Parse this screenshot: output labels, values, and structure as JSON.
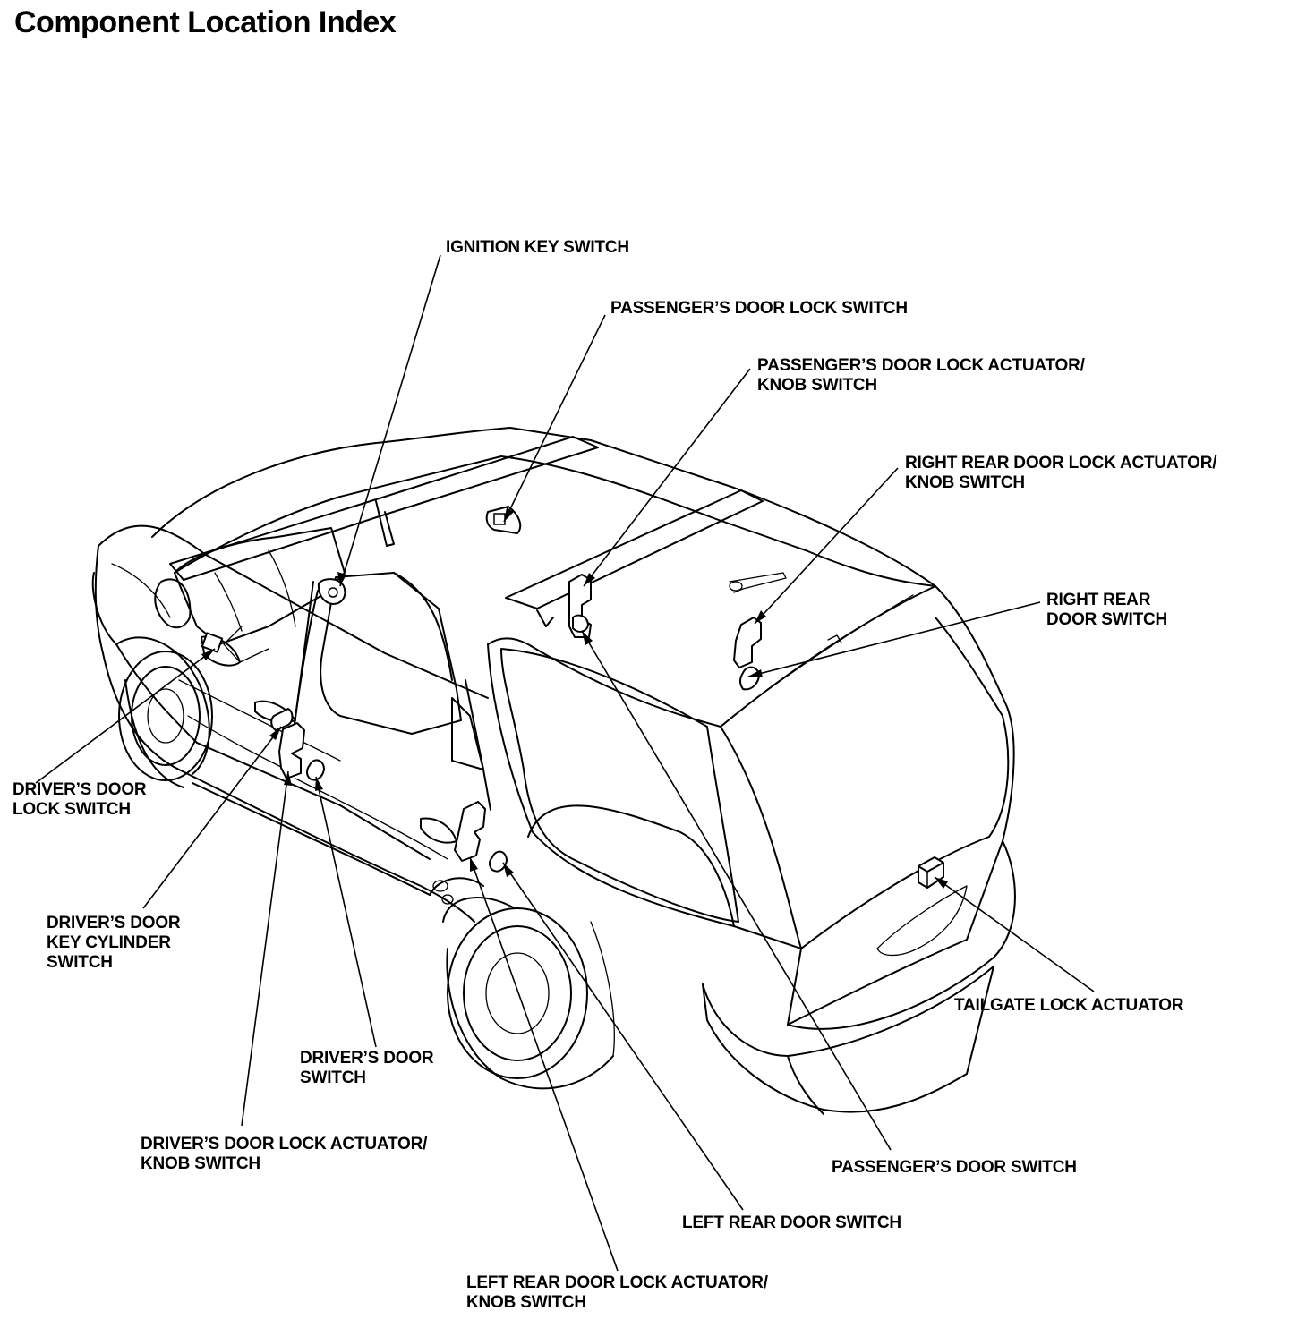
{
  "title": "Component Location Index",
  "labels": {
    "ignition_key_switch": [
      "IGNITION KEY SWITCH"
    ],
    "passenger_door_lock_switch": [
      "PASSENGER’S DOOR LOCK SWITCH"
    ],
    "passenger_door_lock_actuator": [
      "PASSENGER’S DOOR LOCK ACTUATOR/",
      "KNOB SWITCH"
    ],
    "right_rear_door_lock_actuator": [
      "RIGHT REAR DOOR LOCK ACTUATOR/",
      "KNOB SWITCH"
    ],
    "right_rear_door_switch": [
      "RIGHT REAR",
      "DOOR SWITCH"
    ],
    "driver_door_lock_switch": [
      "DRIVER’S DOOR",
      "LOCK SWITCH"
    ],
    "driver_door_key_cylinder_switch": [
      "DRIVER’S DOOR",
      "KEY CYLINDER",
      "SWITCH"
    ],
    "driver_door_switch": [
      "DRIVER’S DOOR",
      "SWITCH"
    ],
    "driver_door_lock_actuator": [
      "DRIVER’S DOOR LOCK ACTUATOR/",
      "KNOB SWITCH"
    ],
    "tailgate_lock_actuator": [
      "TAILGATE LOCK ACTUATOR"
    ],
    "passenger_door_switch": [
      "PASSENGER’S DOOR SWITCH"
    ],
    "left_rear_door_switch": [
      "LEFT REAR DOOR SWITCH"
    ],
    "left_rear_door_lock_actuator": [
      "LEFT REAR DOOR LOCK ACTUATOR/",
      "KNOB SWITCH"
    ]
  }
}
